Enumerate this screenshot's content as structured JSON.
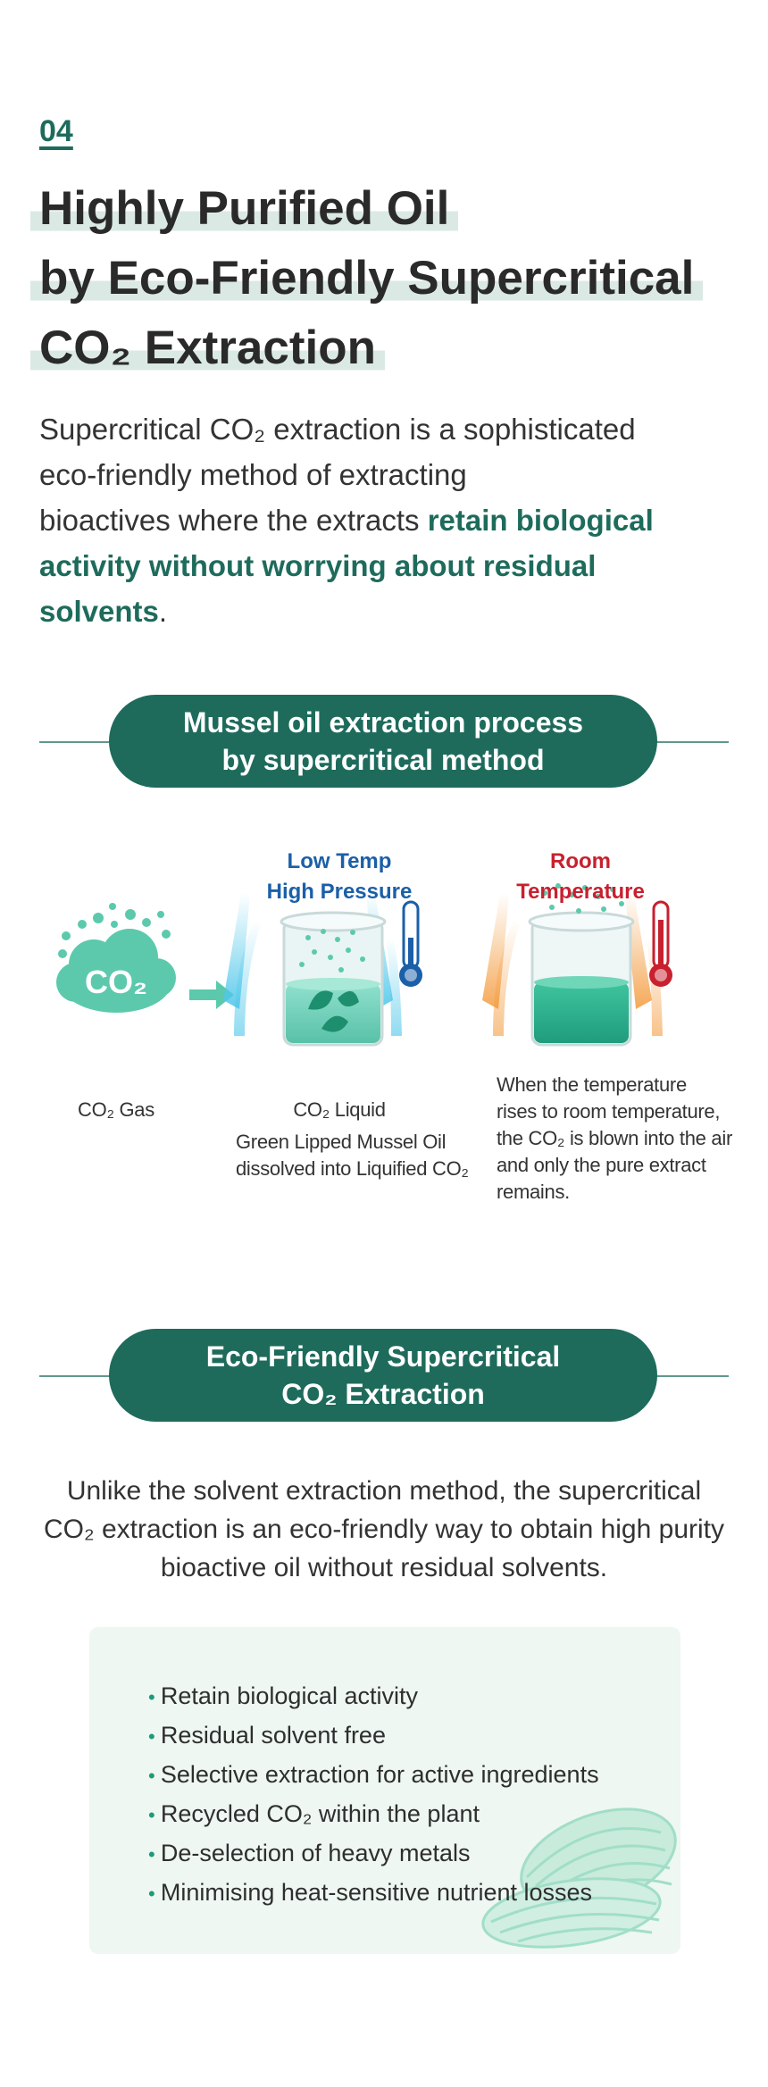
{
  "section_number": "04",
  "title": {
    "line1": "Highly Purified Oil",
    "line2": "by Eco-Friendly Supercritical",
    "line3": "CO₂ Extraction"
  },
  "intro": {
    "line1": "Supercritical CO₂ extraction is a sophisticated",
    "line2": "eco-friendly method of extracting",
    "line3_plain": "bioactives where the extracts ",
    "emphasis_a": "retain biological",
    "emphasis_b": "activity without worrying about residual",
    "emphasis_c": "solvents",
    "end": "."
  },
  "process_header": {
    "line1": "Mussel oil extraction process",
    "line2": "by supercritical method"
  },
  "process": {
    "co2_icon_text": "CO₂",
    "low_temp_label_1": "Low Temp",
    "low_temp_label_2": "High Pressure",
    "room_label_1": "Room",
    "room_label_2": "Temperature",
    "gas_caption": "CO₂ Gas",
    "liquid_caption": "CO₂ Liquid",
    "liquid_desc_1": "Green Lipped Mussel Oil",
    "liquid_desc_2": "dissolved into Liquified CO₂",
    "room_desc_1": "When the temperature",
    "room_desc_2": "rises to room temperature,",
    "room_desc_3": "the CO₂ is blown into the air",
    "room_desc_4": "and only the pure extract",
    "room_desc_5": "remains."
  },
  "eco_header": {
    "line1": "Eco-Friendly Supercritical",
    "line2": "CO₂ Extraction"
  },
  "eco_desc": {
    "line1": "Unlike the solvent extraction method, the supercritical",
    "line2": "CO₂ extraction is an eco-friendly way to obtain high purity",
    "line3": "bioactive oil without residual solvents."
  },
  "benefits": [
    "Retain biological activity",
    "Residual solvent free",
    "Selective extraction for active ingredients",
    "Recycled CO₂  within the plant",
    "De-selection of heavy metals",
    "Minimising heat-sensitive nutrient losses"
  ],
  "colors": {
    "brand_green": "#1e6b5c",
    "highlight": "#dbe9e4",
    "blue": "#1b5fa8",
    "red": "#c8202f",
    "card_bg": "#eef7f1"
  }
}
